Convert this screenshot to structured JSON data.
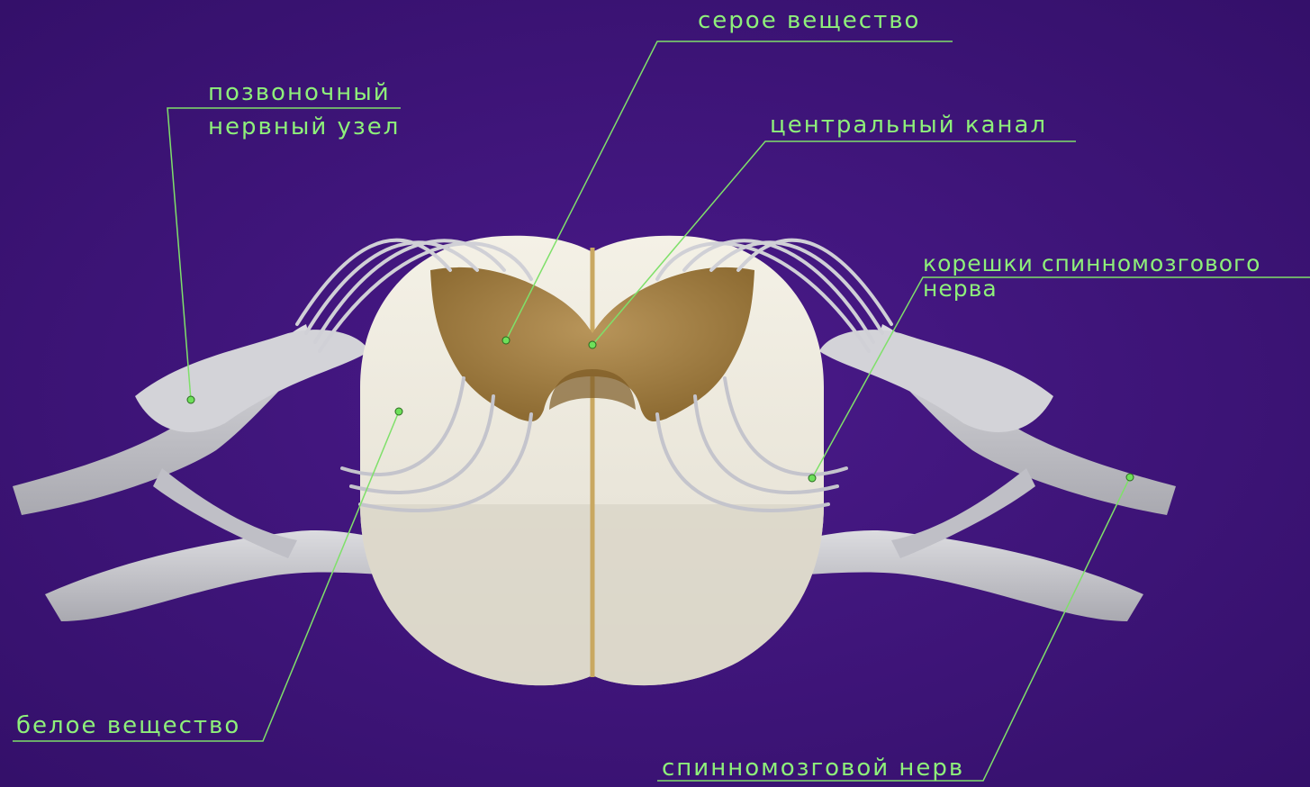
{
  "colors": {
    "background": "#3d1577",
    "label_text": "#8ef07a",
    "leader_line": "#7fe06a",
    "white_matter": "#ebe7dc",
    "gray_matter": "#a98545",
    "nerve": "#c8c8cc"
  },
  "labels": {
    "gray_matter": "серое вещество",
    "spinal_ganglion_line1": "позвоночный",
    "spinal_ganglion_line2": "нервный узел",
    "central_canal": "центральный канал",
    "nerve_roots_line1": "корешки спинномозгового",
    "nerve_roots_line2": "нерва",
    "white_matter": "белое вещество",
    "spinal_nerve": "спинномозговой нерв"
  }
}
